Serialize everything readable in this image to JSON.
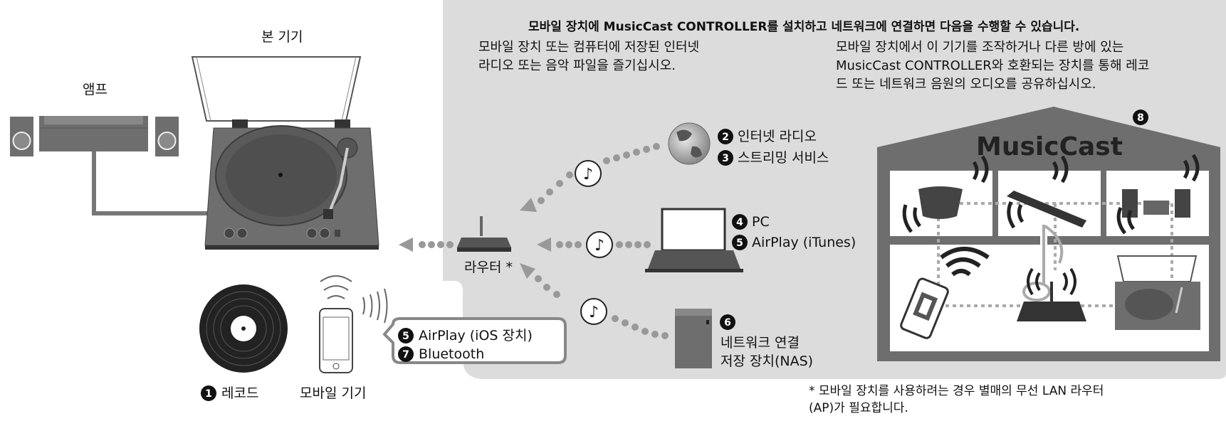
{
  "panel": {
    "title": "모바일 장치에 MusicCast CONTROLLER를 설치하고 네트워크에 연결하면 다음을 수행할 수 있습니다.",
    "left_para": [
      "모바일 장치 또는 컴퓨터에 저장된 인터넷",
      "라디오 또는 음악 파일을 즐기십시오."
    ],
    "right_para": [
      "모바일 장치에서 이 기기를 조작하거나 다른 방에 있는",
      "MusicCast CONTROLLER와 호환되는 장치를 통해 레코",
      "드 또는 네트워크 음원의 오디오를 공유하십시오."
    ]
  },
  "labels": {
    "main_unit": "본 기기",
    "amp": "앰프",
    "router": "라우터 *",
    "record": "레코드",
    "mobile": "모바일 기기",
    "internet_radio": "인터넷 라디오",
    "streaming": "스트리밍 서비스",
    "pc": "PC",
    "airplay_itunes": "AirPlay (iTunes)",
    "nas_1": "네트워크 연결",
    "nas_2": "저장 장치(NAS)",
    "airplay_ios": "AirPlay (iOS 장치)",
    "bluetooth": "Bluetooth",
    "musiccast_logo": "MusicCast"
  },
  "badges": {
    "n1": "1",
    "n2": "2",
    "n3": "3",
    "n4": "4",
    "n5": "5",
    "n6": "6",
    "n7": "7",
    "n8": "8"
  },
  "footnote": [
    "* 모바일 장치를 사용하려는 경우 별매의 무선 LAN 라우터",
    "(AP)가 필요합니다."
  ],
  "colors": {
    "panel": "#dcdcdc",
    "device": "#6e6e6e",
    "dark": "#2b2b2b",
    "dots": "#999999"
  }
}
